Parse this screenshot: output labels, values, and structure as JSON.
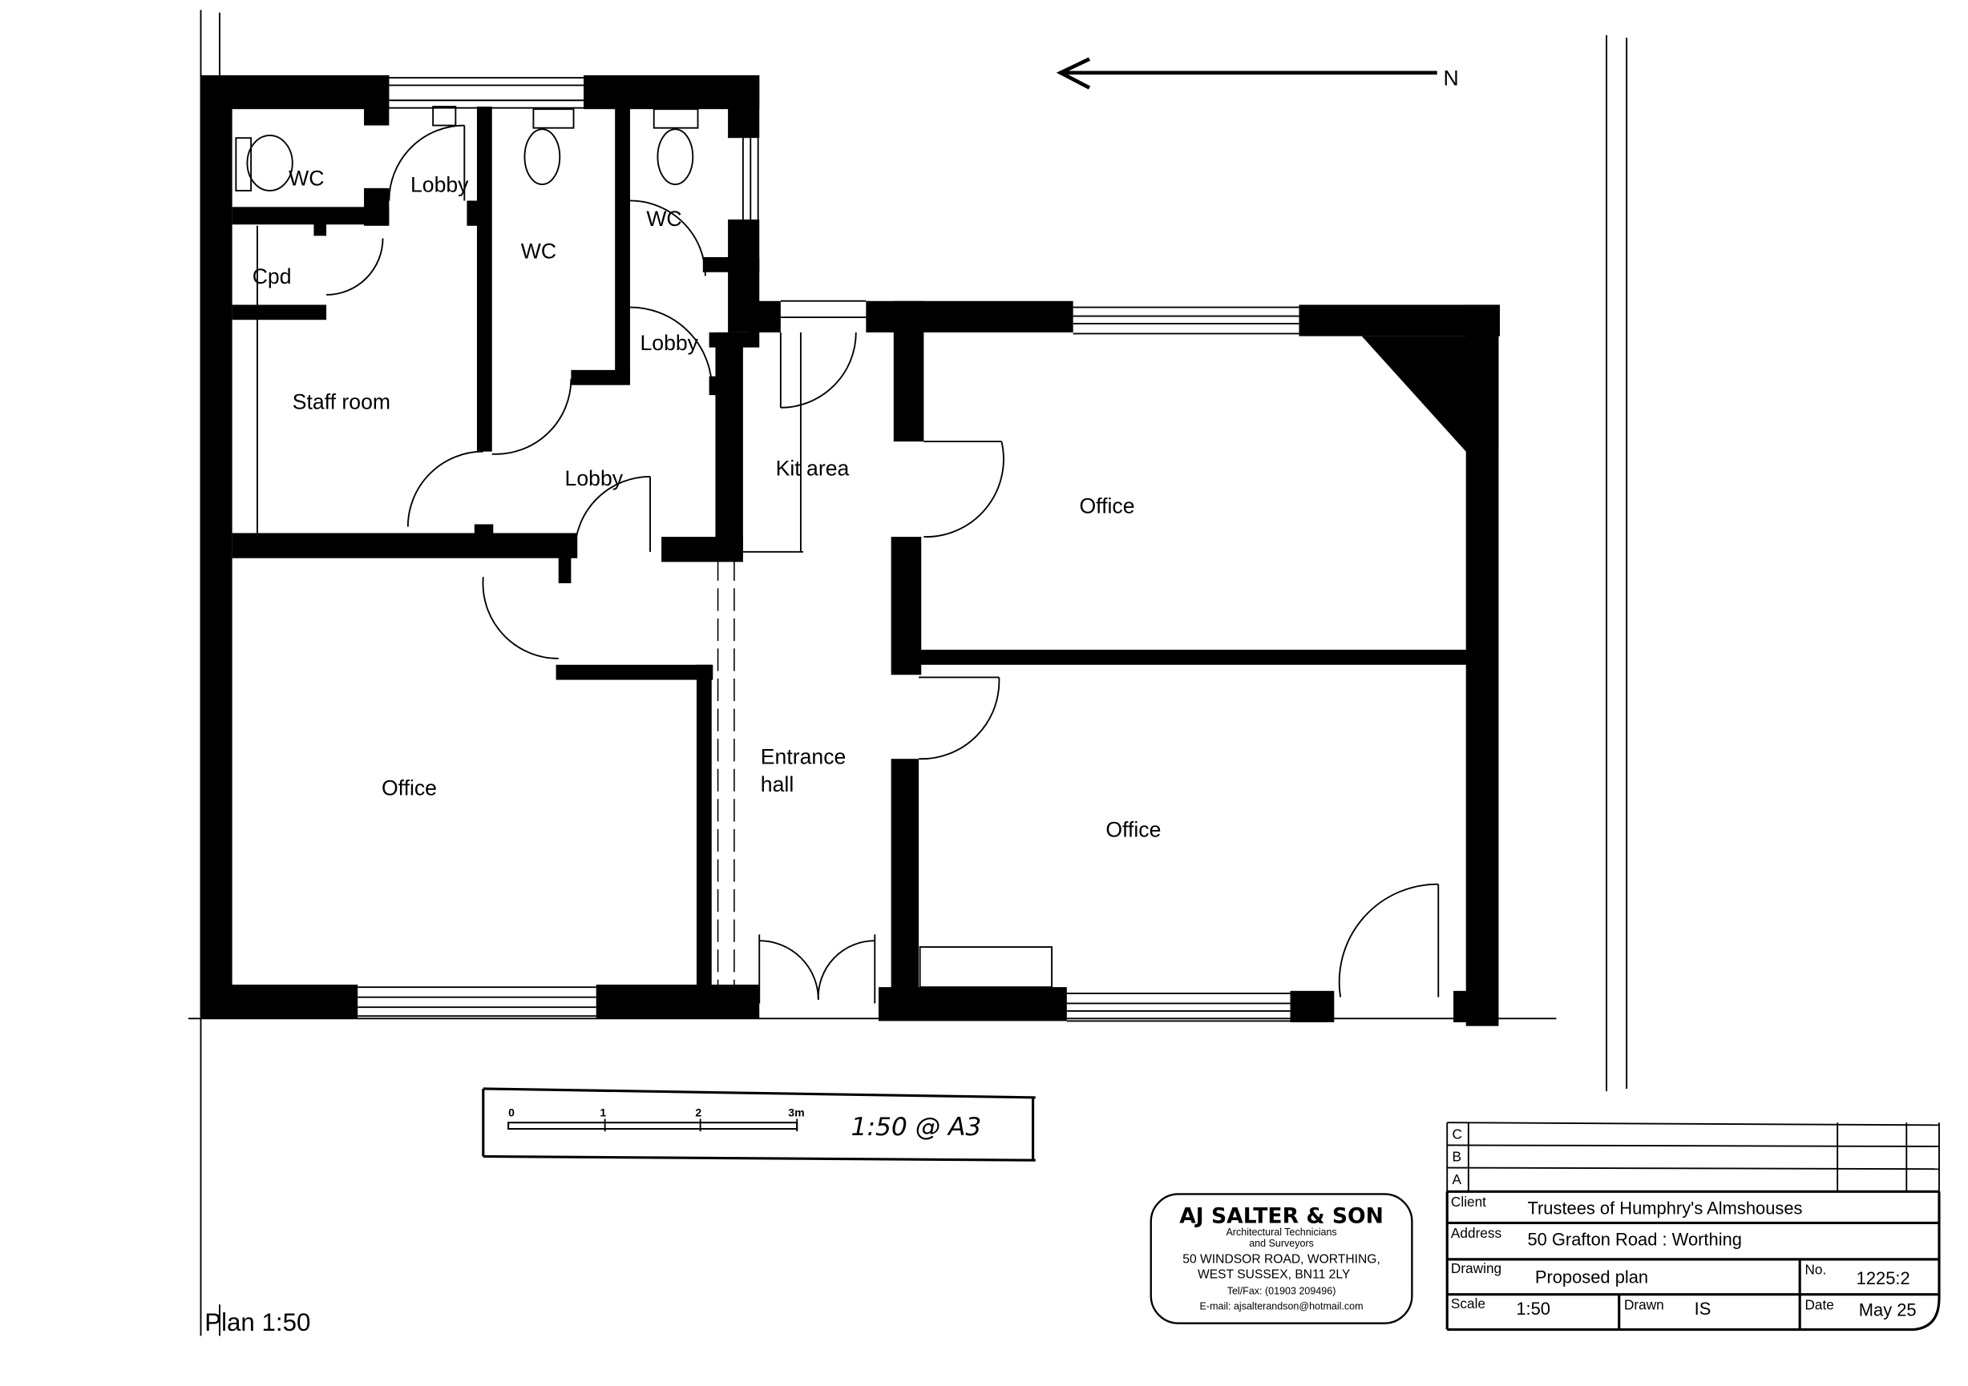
{
  "drawing": {
    "plan_label": "Plan 1:50",
    "north_label": "N",
    "rooms": [
      {
        "name": "wc-1",
        "label": "WC"
      },
      {
        "name": "lobby-1",
        "label": "Lobby"
      },
      {
        "name": "wc-2",
        "label": "WC"
      },
      {
        "name": "wc-3",
        "label": "WC"
      },
      {
        "name": "cpd",
        "label": "Cpd"
      },
      {
        "name": "lobby-2",
        "label": "Lobby"
      },
      {
        "name": "staff-room",
        "label": "Staff room"
      },
      {
        "name": "kit-area",
        "label": "Kit area"
      },
      {
        "name": "lobby-3",
        "label": "Lobby"
      },
      {
        "name": "office-ne",
        "label": "Office"
      },
      {
        "name": "office-w",
        "label": "Office"
      },
      {
        "name": "entrance-hall",
        "label": "Entrance hall",
        "lines": [
          "Entrance",
          "hall"
        ]
      },
      {
        "name": "office-se",
        "label": "Office"
      }
    ]
  },
  "scale_bar": {
    "ticks": [
      "0",
      "1",
      "2",
      "3m"
    ],
    "note": "1:50 @ A3"
  },
  "company": {
    "name": "AJ SALTER & SON",
    "subtitle_1": "Architectural Technicians",
    "subtitle_2": "and Surveyors",
    "address_1": "50 WINDSOR ROAD, WORTHING,",
    "address_2": "WEST SUSSEX, BN11 2LY",
    "phone": "Tel/Fax: (01903 209496)",
    "email": "E-mail: ajsalterandson@hotmail.com"
  },
  "title_block": {
    "revisions": [
      "C",
      "B",
      "A"
    ],
    "client_label": "Client",
    "client_value": "Trustees of Humphry's Almshouses",
    "address_label": "Address",
    "address_value": "50 Grafton Road : Worthing",
    "drawing_label": "Drawing",
    "drawing_value": "Proposed plan",
    "no_label": "No.",
    "no_value": "1225:2",
    "scale_label": "Scale",
    "scale_value": "1:50",
    "drawn_label": "Drawn",
    "drawn_value": "IS",
    "date_label": "Date",
    "date_value": "May 25"
  }
}
